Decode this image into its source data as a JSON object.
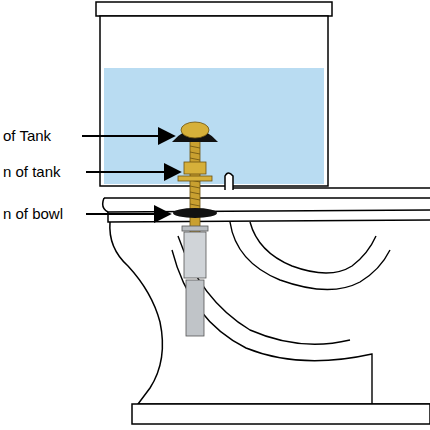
{
  "diagram": {
    "labels": [
      "of Tank",
      "n of tank",
      "n of bowl"
    ]
  }
}
